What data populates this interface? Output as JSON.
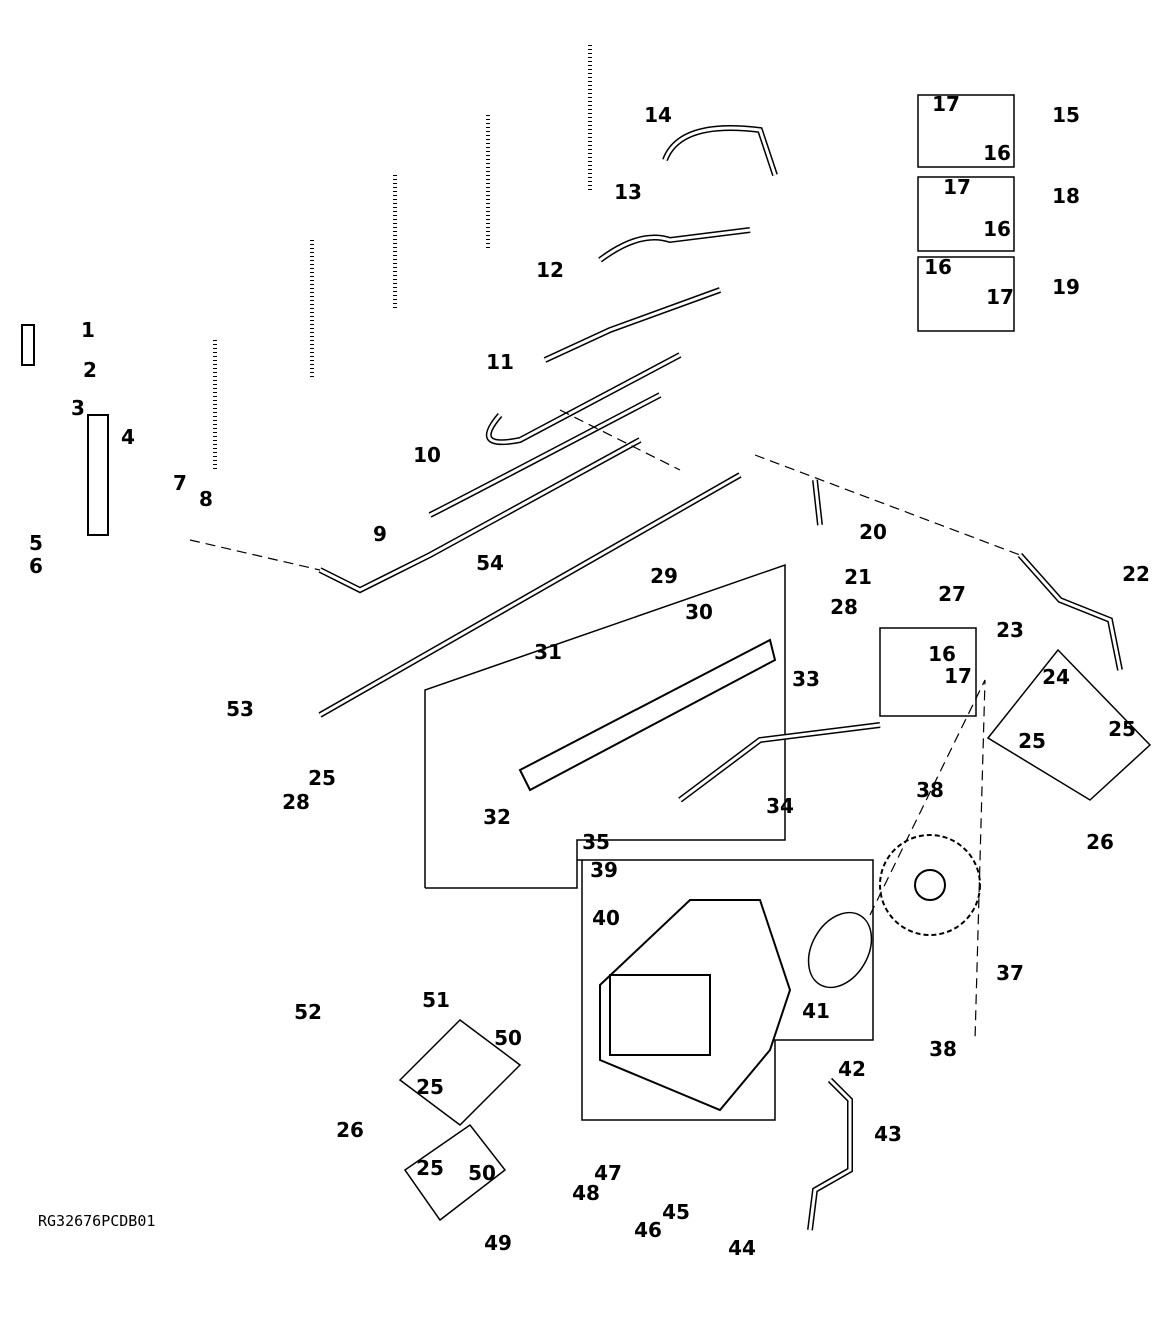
{
  "diagram": {
    "reference_code": "RG32676PCDB01",
    "callouts": [
      "1",
      "2",
      "3",
      "4",
      "7",
      "8",
      "5",
      "6",
      "9",
      "10",
      "11",
      "12",
      "13",
      "14",
      "15",
      "16",
      "17",
      "18",
      "16",
      "17",
      "19",
      "16",
      "17",
      "20",
      "21",
      "22",
      "23",
      "24",
      "25",
      "25",
      "26",
      "27",
      "16",
      "17",
      "28",
      "29",
      "30",
      "31",
      "32",
      "33",
      "34",
      "35",
      "38",
      "37",
      "41",
      "38",
      "39",
      "40",
      "42",
      "43",
      "44",
      "45",
      "46",
      "47",
      "48",
      "49",
      "50",
      "25",
      "26",
      "51",
      "50",
      "25",
      "52",
      "53",
      "54",
      "25",
      "28"
    ]
  }
}
